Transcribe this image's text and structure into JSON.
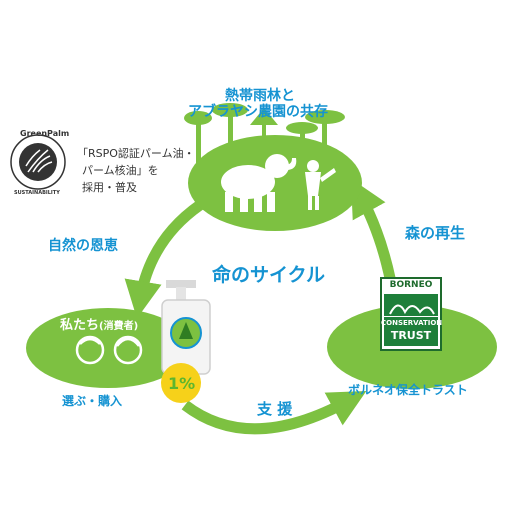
{
  "top_node": {
    "title_line1": "熱帯雨林と",
    "title_line2": "アブラヤシ農園の共存"
  },
  "center_label": "命のサイクル",
  "left_arrow_label": "自然の恩恵",
  "right_arrow_label": "森の再生",
  "bottom_arrow_label": "支 援",
  "left_node": {
    "title": "私たち",
    "title_sub": "(消費者)",
    "caption": "選ぶ・購入"
  },
  "badge": {
    "percent": "1%"
  },
  "right_node": {
    "caption": "ボルネオ保全トラスト"
  },
  "bct_logo": {
    "top": "BORNEO",
    "line1": "CONSERVATION",
    "line2": "TRUST"
  },
  "greenpalm": {
    "logo_word": "GreenPalm",
    "logo_sub": "SUSTAINABILITY",
    "text_line1": "「RSPO認証パーム油・",
    "text_line2": "パーム核油」を",
    "text_line3": "採用・普及"
  },
  "colors": {
    "green": "#7dc141",
    "dark_green": "#5aa832",
    "blue": "#1593d2",
    "badge": "#f6d11a"
  }
}
